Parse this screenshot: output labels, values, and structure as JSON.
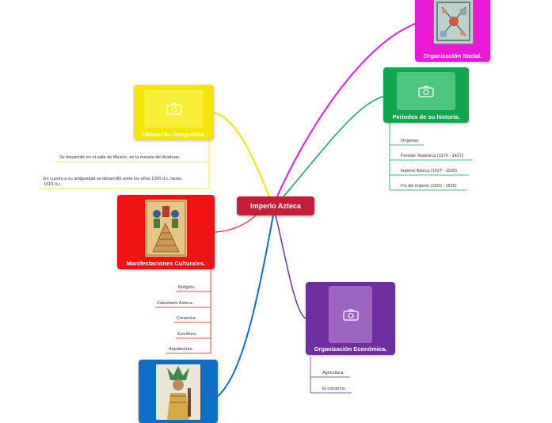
{
  "central": {
    "label": "Imperio Azteca",
    "color": "#c41e3a"
  },
  "topics": {
    "social": {
      "label": "Organización Social.",
      "color": "#e91ad6",
      "icon": "codex-picture"
    },
    "historia": {
      "label": "Periodos de su historia.",
      "color": "#12a651",
      "icon": "camera-icon",
      "items": [
        "Orígenes",
        "Periodo Tepaneca (1376 - 1427)",
        "Imperio Azteca (1427 - 1520)",
        "Fin del imperio (1520 - 1525)"
      ]
    },
    "ubicacion": {
      "label": "Ubicación Geográfica.",
      "color": "#f5e600",
      "icon": "camera-icon",
      "items": [
        "Se desarrollo en el valle de Mexico, en la meseta del Anahuac.",
        "En cuento a su antiguedad se desarrolló entre los años 1200 d.c. hasta 1519 d.c."
      ]
    },
    "cultura": {
      "label": "Manifestaciones Culturales.",
      "color": "#ee1212",
      "icon": "codex-picture",
      "items": [
        "Religión.",
        "Calendario Azteca.",
        "Ceramica",
        "Escultura",
        "Arquitectura."
      ]
    },
    "economia": {
      "label": "Organización Económica.",
      "color": "#6e2ea0",
      "icon": "camera-icon",
      "items": [
        "Agricultura.",
        "El comercio."
      ]
    },
    "politica": {
      "color": "#0f6fc6",
      "icon": "warrior-picture"
    }
  }
}
